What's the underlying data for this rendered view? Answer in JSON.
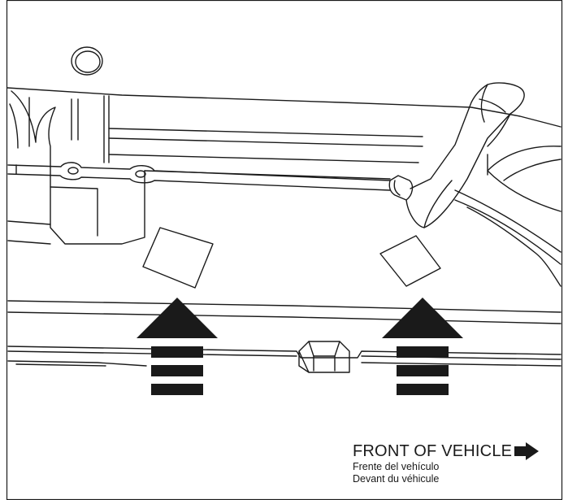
{
  "labels": {
    "front_en": "FRONT OF VEHICLE",
    "front_es": "Frente del vehículo",
    "front_fr": "Devant du véhicule"
  },
  "icons": {
    "direction_arrow": "arrow-right-icon",
    "push_arrows": "arrow-up-icon"
  },
  "colors": {
    "line": "#1a1a1a",
    "fill_dark": "#1a1a1a",
    "background": "#ffffff"
  }
}
